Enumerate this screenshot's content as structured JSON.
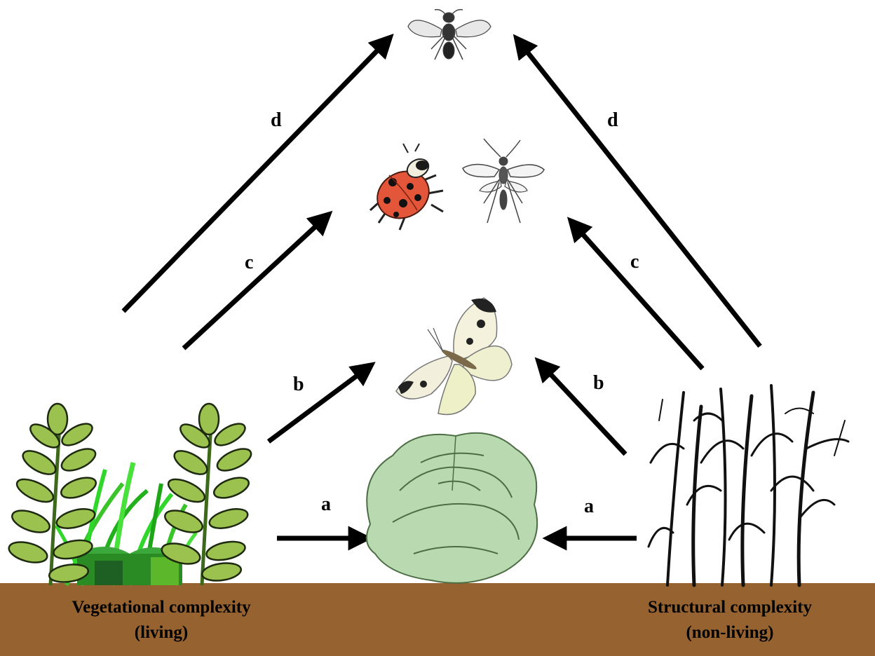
{
  "arrow_labels": {
    "a_left": "a",
    "a_right": "a",
    "b_left": "b",
    "b_right": "b",
    "c_left": "c",
    "c_right": "c",
    "d_left": "d",
    "d_right": "d"
  },
  "ground": {
    "left_title": "Vegetational complexity",
    "left_subtitle": "(living)",
    "right_title": "Structural complexity",
    "right_subtitle": "(non-living)"
  },
  "colors": {
    "soil": "#96622f",
    "leaf": "#9bc24e",
    "stem": "#3c6a1a",
    "grass": "#2fd72a",
    "cabbage": "#b9d9b0",
    "ladybird": "#e3563a",
    "arrow": "#000000"
  },
  "icons": [
    "cabbage",
    "butterfly",
    "ladybird",
    "parasitoid-wasp",
    "hyperparasitoid-wasp",
    "leafy-plant",
    "grass",
    "dry-straw"
  ]
}
